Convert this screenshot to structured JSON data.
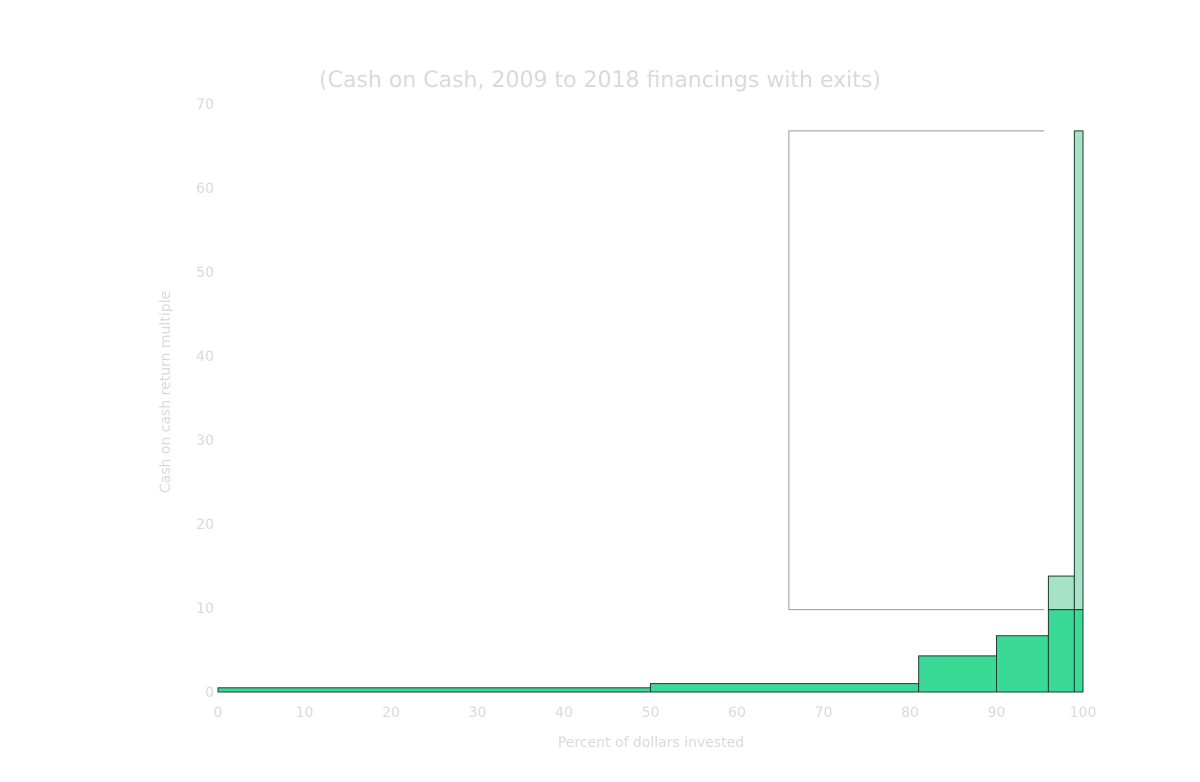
{
  "chart_data": {
    "type": "bar",
    "title": "(Cash on Cash, 2009 to 2018 financings with exits)",
    "xlabel": "Percent of dollars invested",
    "ylabel": "Cash on cash return multiple",
    "xlim": [
      0,
      100
    ],
    "ylim": [
      0,
      70
    ],
    "xticks": [
      "0",
      "10",
      "20",
      "30",
      "40",
      "50",
      "60",
      "70",
      "80",
      "90",
      "100"
    ],
    "yticks": [
      "0",
      "10",
      "20",
      "30",
      "40",
      "50",
      "60",
      "70"
    ],
    "grid": false,
    "legend": "none",
    "bars": [
      {
        "x0": 0,
        "x1": 50,
        "value": 0.5
      },
      {
        "x0": 50,
        "x1": 81,
        "value": 1.0
      },
      {
        "x0": 81,
        "x1": 90,
        "value": 4.3
      },
      {
        "x0": 90,
        "x1": 96,
        "value": 6.7
      },
      {
        "x0": 96,
        "x1": 99,
        "value": 9.8,
        "overflow_to": 13.8
      },
      {
        "x0": 99,
        "x1": 100,
        "value": 9.8,
        "overflow_to": 66.8
      }
    ],
    "bracket": {
      "x_left": 66,
      "x_right": 95.5,
      "y_bottom": 9.8,
      "y_top": 66.8
    },
    "colors": {
      "bar_fill": "#3bd996",
      "bar_overflow_fill": "#a6e3c6",
      "bar_stroke": "#1f3b33",
      "bracket_stroke": "#9a9a9a",
      "text": "#d9d9d9"
    }
  }
}
